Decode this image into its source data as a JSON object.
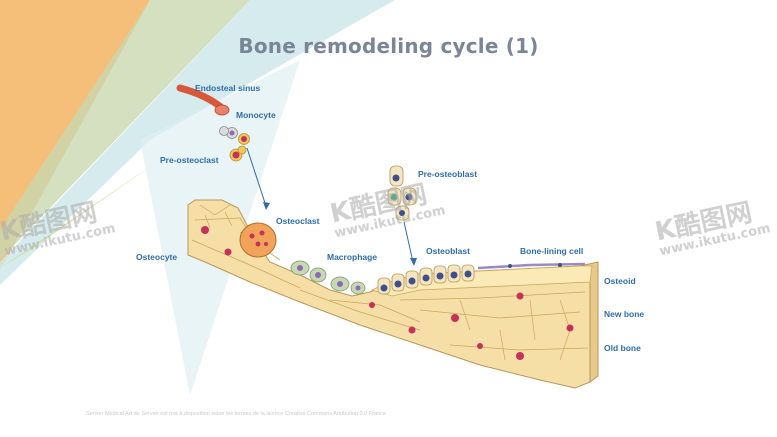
{
  "slide": {
    "title": "Bone remodeling cycle (1)",
    "credit": "Servier Medical Art de Servier est mis à disposition selon les termes de la licence Creative Commons Attribution 3.0 France"
  },
  "labels": {
    "endosteal_sinus": "Endosteal sinus",
    "monocyte": "Monocyte",
    "pre_osteoclast": "Pre-osteoclast",
    "osteoclast": "Osteoclast",
    "osteocyte": "Osteocyte",
    "macrophage": "Macrophage",
    "pre_osteoblast": "Pre-osteoblast",
    "osteoblast": "Osteoblast",
    "bone_lining_cell": "Bone-lining cell",
    "osteoid": "Osteoid",
    "new_bone": "New bone",
    "old_bone": "Old bone"
  },
  "watermark": {
    "logo": "K酷图网",
    "url": "www.ikutu.com"
  },
  "colors": {
    "title": "#7a8597",
    "label": "#2f6da5",
    "bone": "#f6dfa6",
    "bone_line": "#b9975a",
    "cell_nucleus": "#c8305a",
    "osteoblast_nucleus": "#3f4f8a"
  }
}
